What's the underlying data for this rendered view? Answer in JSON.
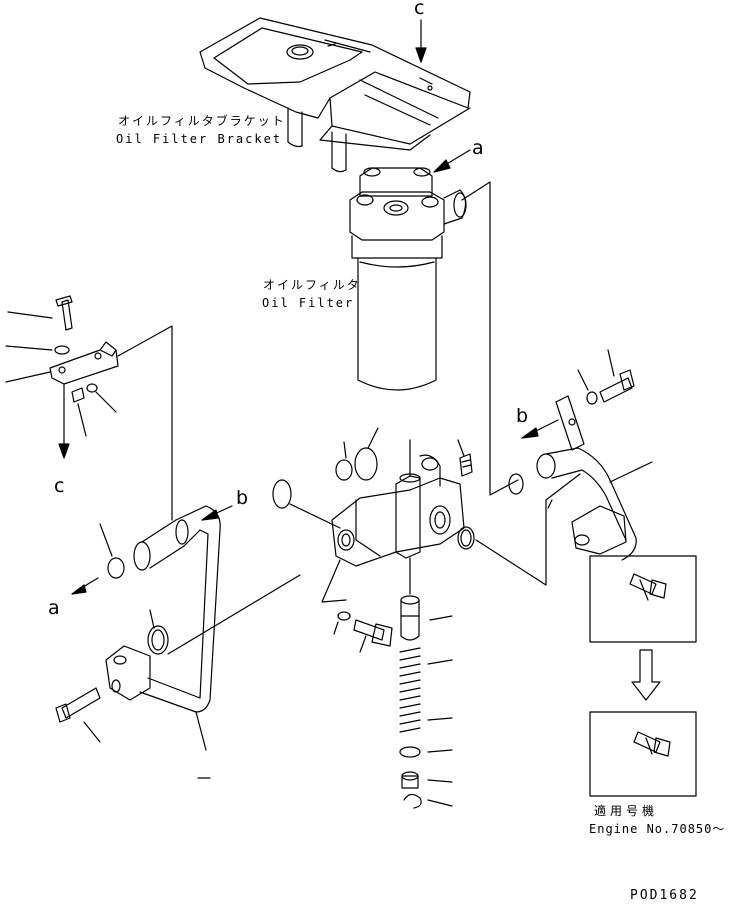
{
  "labels": {
    "bracket_jp": "オイルフィルタブラケット",
    "bracket_en": "Oil Filter Bracket",
    "filter_jp": "オイルフィルタ",
    "filter_en": "Oil Filter",
    "applicable_jp": "適用号機",
    "engine_no": "Engine No.70850～",
    "drawing_code": "POD1682"
  },
  "refs": {
    "c_top": "c",
    "a_top": "a",
    "c_left": "c",
    "b_left": "b",
    "a_left": "a",
    "b_right": "b"
  },
  "colors": {
    "ink": "#000000",
    "paper": "#ffffff"
  }
}
